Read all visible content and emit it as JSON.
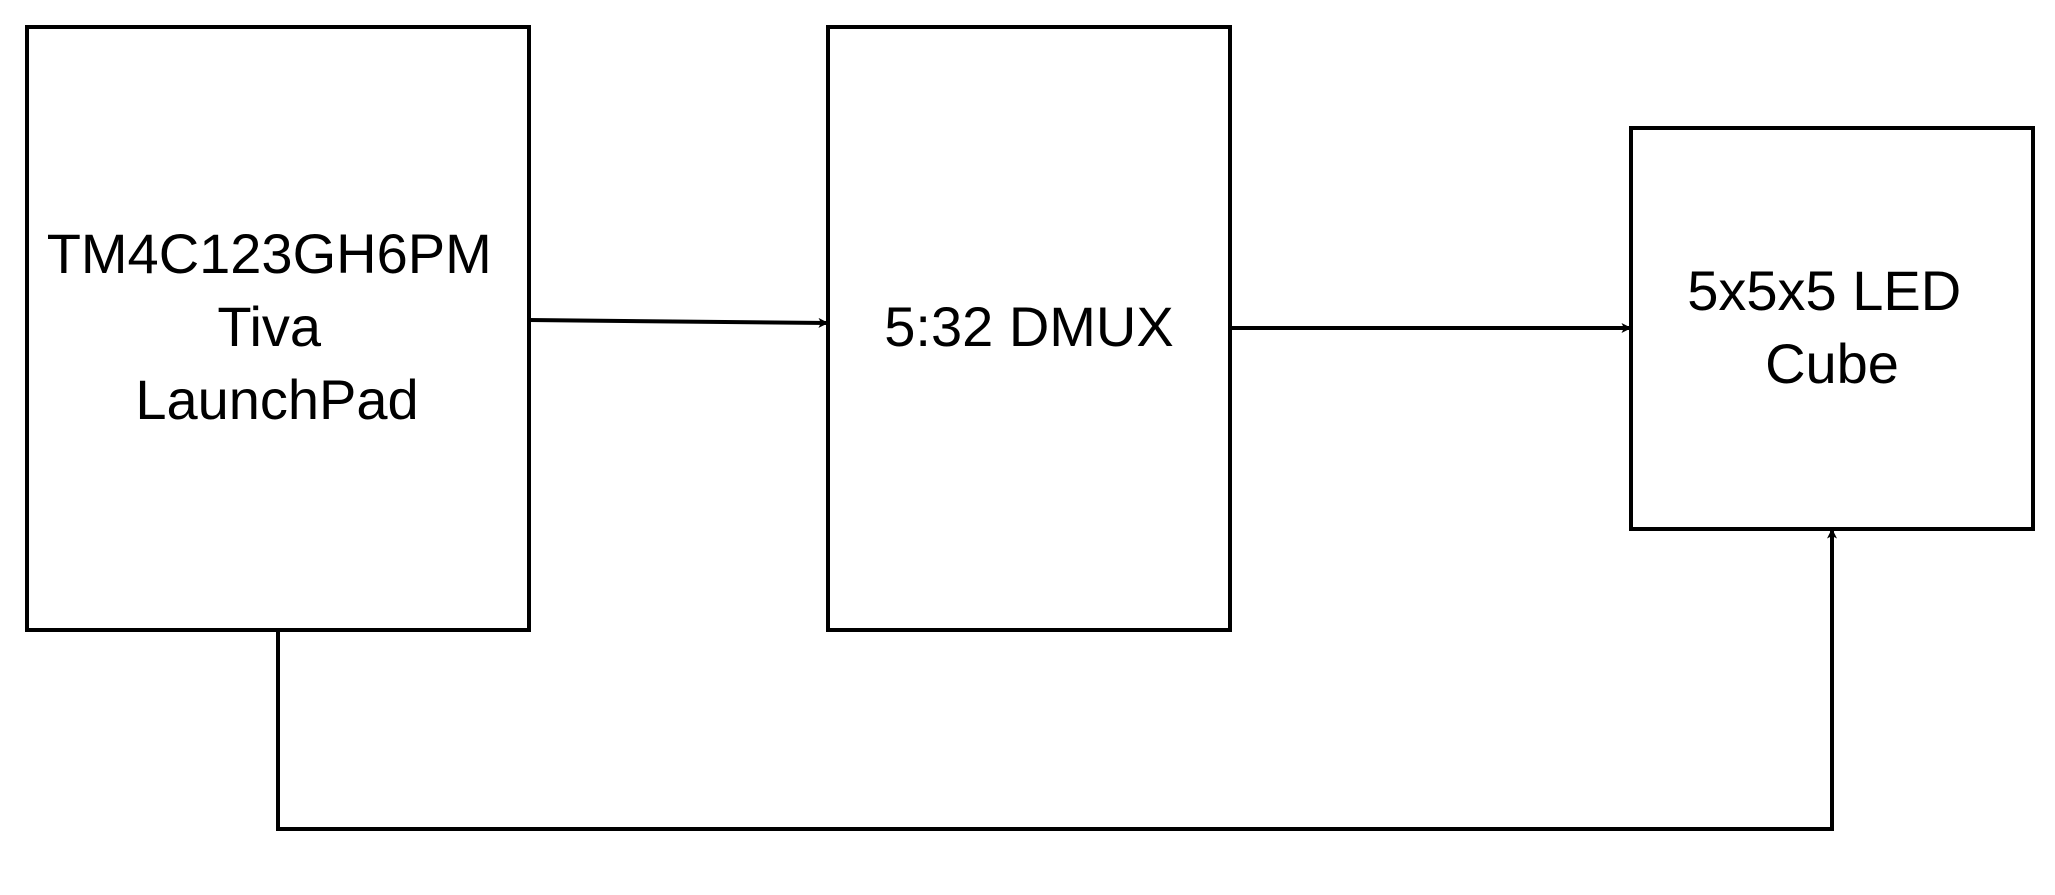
{
  "blocks": {
    "launchpad": {
      "lines": [
        "TM4C123GH6PM",
        "Tiva",
        "LaunchPad"
      ]
    },
    "dmux": {
      "lines": [
        "5:32 DMUX"
      ]
    },
    "led_cube": {
      "lines": [
        "5x5x5 LED",
        "Cube"
      ]
    }
  },
  "connections": [
    {
      "from": "launchpad",
      "to": "dmux"
    },
    {
      "from": "dmux",
      "to": "led_cube"
    },
    {
      "from": "launchpad",
      "to": "led_cube"
    }
  ],
  "colors": {
    "stroke": "#000000",
    "background": "#ffffff"
  }
}
